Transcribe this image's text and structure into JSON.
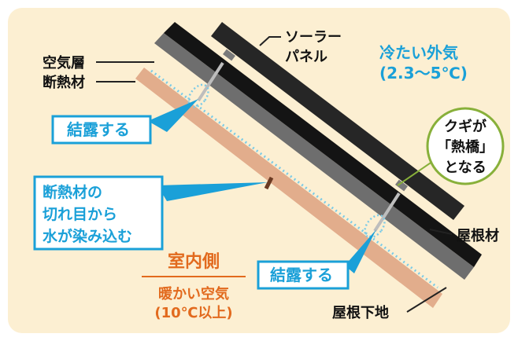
{
  "labels": {
    "air_layer": "空気層",
    "insulation": "断熱材",
    "solar_line1": "ソーラー",
    "solar_line2": "パネル",
    "cold_air_line1": "冷たい外気",
    "cold_air_line2": "(2.3〜5℃)",
    "condensation_top": "結露する",
    "condensation_bottom": "結露する",
    "gap_line1": "断熱材の",
    "gap_line2": "切れ目から",
    "gap_line3": "水が染み込む",
    "nail_line1": "クギが",
    "nail_line2": "「熱橋」",
    "nail_line3": "となる",
    "roofing": "屋根材",
    "sheathing": "屋根下地",
    "indoor_title": "室内側",
    "warm_air_line1": "暖かい空気",
    "warm_air_line2": "(10℃以上)"
  },
  "colors": {
    "background": "#fcefd2",
    "insulation": "#e2ad8c",
    "roofing": "#141414",
    "roof_gray": "#6e6e6e",
    "accent_blue": "#1aa0d8",
    "warm_orange": "#e26a1e",
    "nail_circle": "#88b03a"
  }
}
